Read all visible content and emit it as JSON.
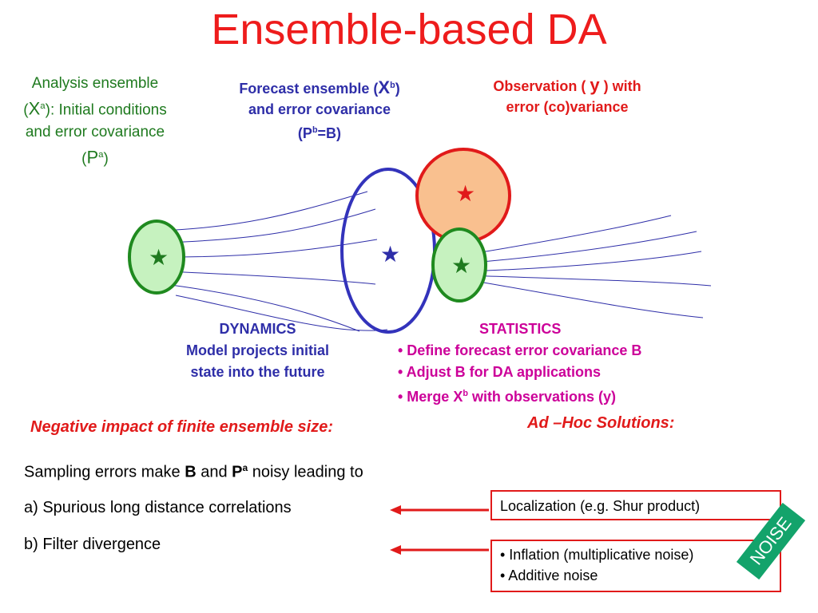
{
  "title": "Ensemble-based DA",
  "analysis": {
    "line1": "Analysis ensemble",
    "sym": "X",
    "sup": "a",
    "line2_rest": "): Initial conditions",
    "line3": "and error covariance",
    "p_sym": "P",
    "p_sup": "a"
  },
  "forecast": {
    "line1_pre": "Forecast ensemble (",
    "sym": "X",
    "sup": "b",
    "line2": "and error covariance",
    "p_sym": "P",
    "p_sup": "b",
    "p_rest": "=B)"
  },
  "observation": {
    "line1_pre": "Observation ( ",
    "sym": "y",
    "line1_post": " ) with",
    "line2": "error (co)variance"
  },
  "dynamics": {
    "heading": "DYNAMICS",
    "line1": "Model projects initial",
    "line2": "state into the future"
  },
  "statistics": {
    "heading": "STATISTICS",
    "b1": "• Define forecast error covariance B",
    "b2": "• Adjust B for DA applications",
    "b3_pre": "• Merge X",
    "b3_sup": "b",
    "b3_post": " with observations (y)"
  },
  "negative_impact": "Negative impact of finite ensemble size:",
  "adhoc": "Ad –Hoc Solutions:",
  "sampling": {
    "pre": "Sampling errors make ",
    "b": "B",
    "mid": " and ",
    "p": "P",
    "p_sup": "a",
    "post": " noisy leading to"
  },
  "item_a": "a) Spurious long distance correlations",
  "item_b": "b) Filter divergence",
  "localization": "Localization (e.g. Shur product)",
  "inflation1": "• Inflation (multiplicative noise)",
  "inflation2": "• Additive noise",
  "noise_label": "NOISE",
  "star": "★",
  "colors": {
    "title": "#ee1c1c",
    "green": "#1f7a1f",
    "blue": "#2e2ea8",
    "red": "#e11a1a",
    "magenta": "#cc0099",
    "obs_fill": "#f9c08f",
    "green_fill": "#c6f2bf"
  }
}
